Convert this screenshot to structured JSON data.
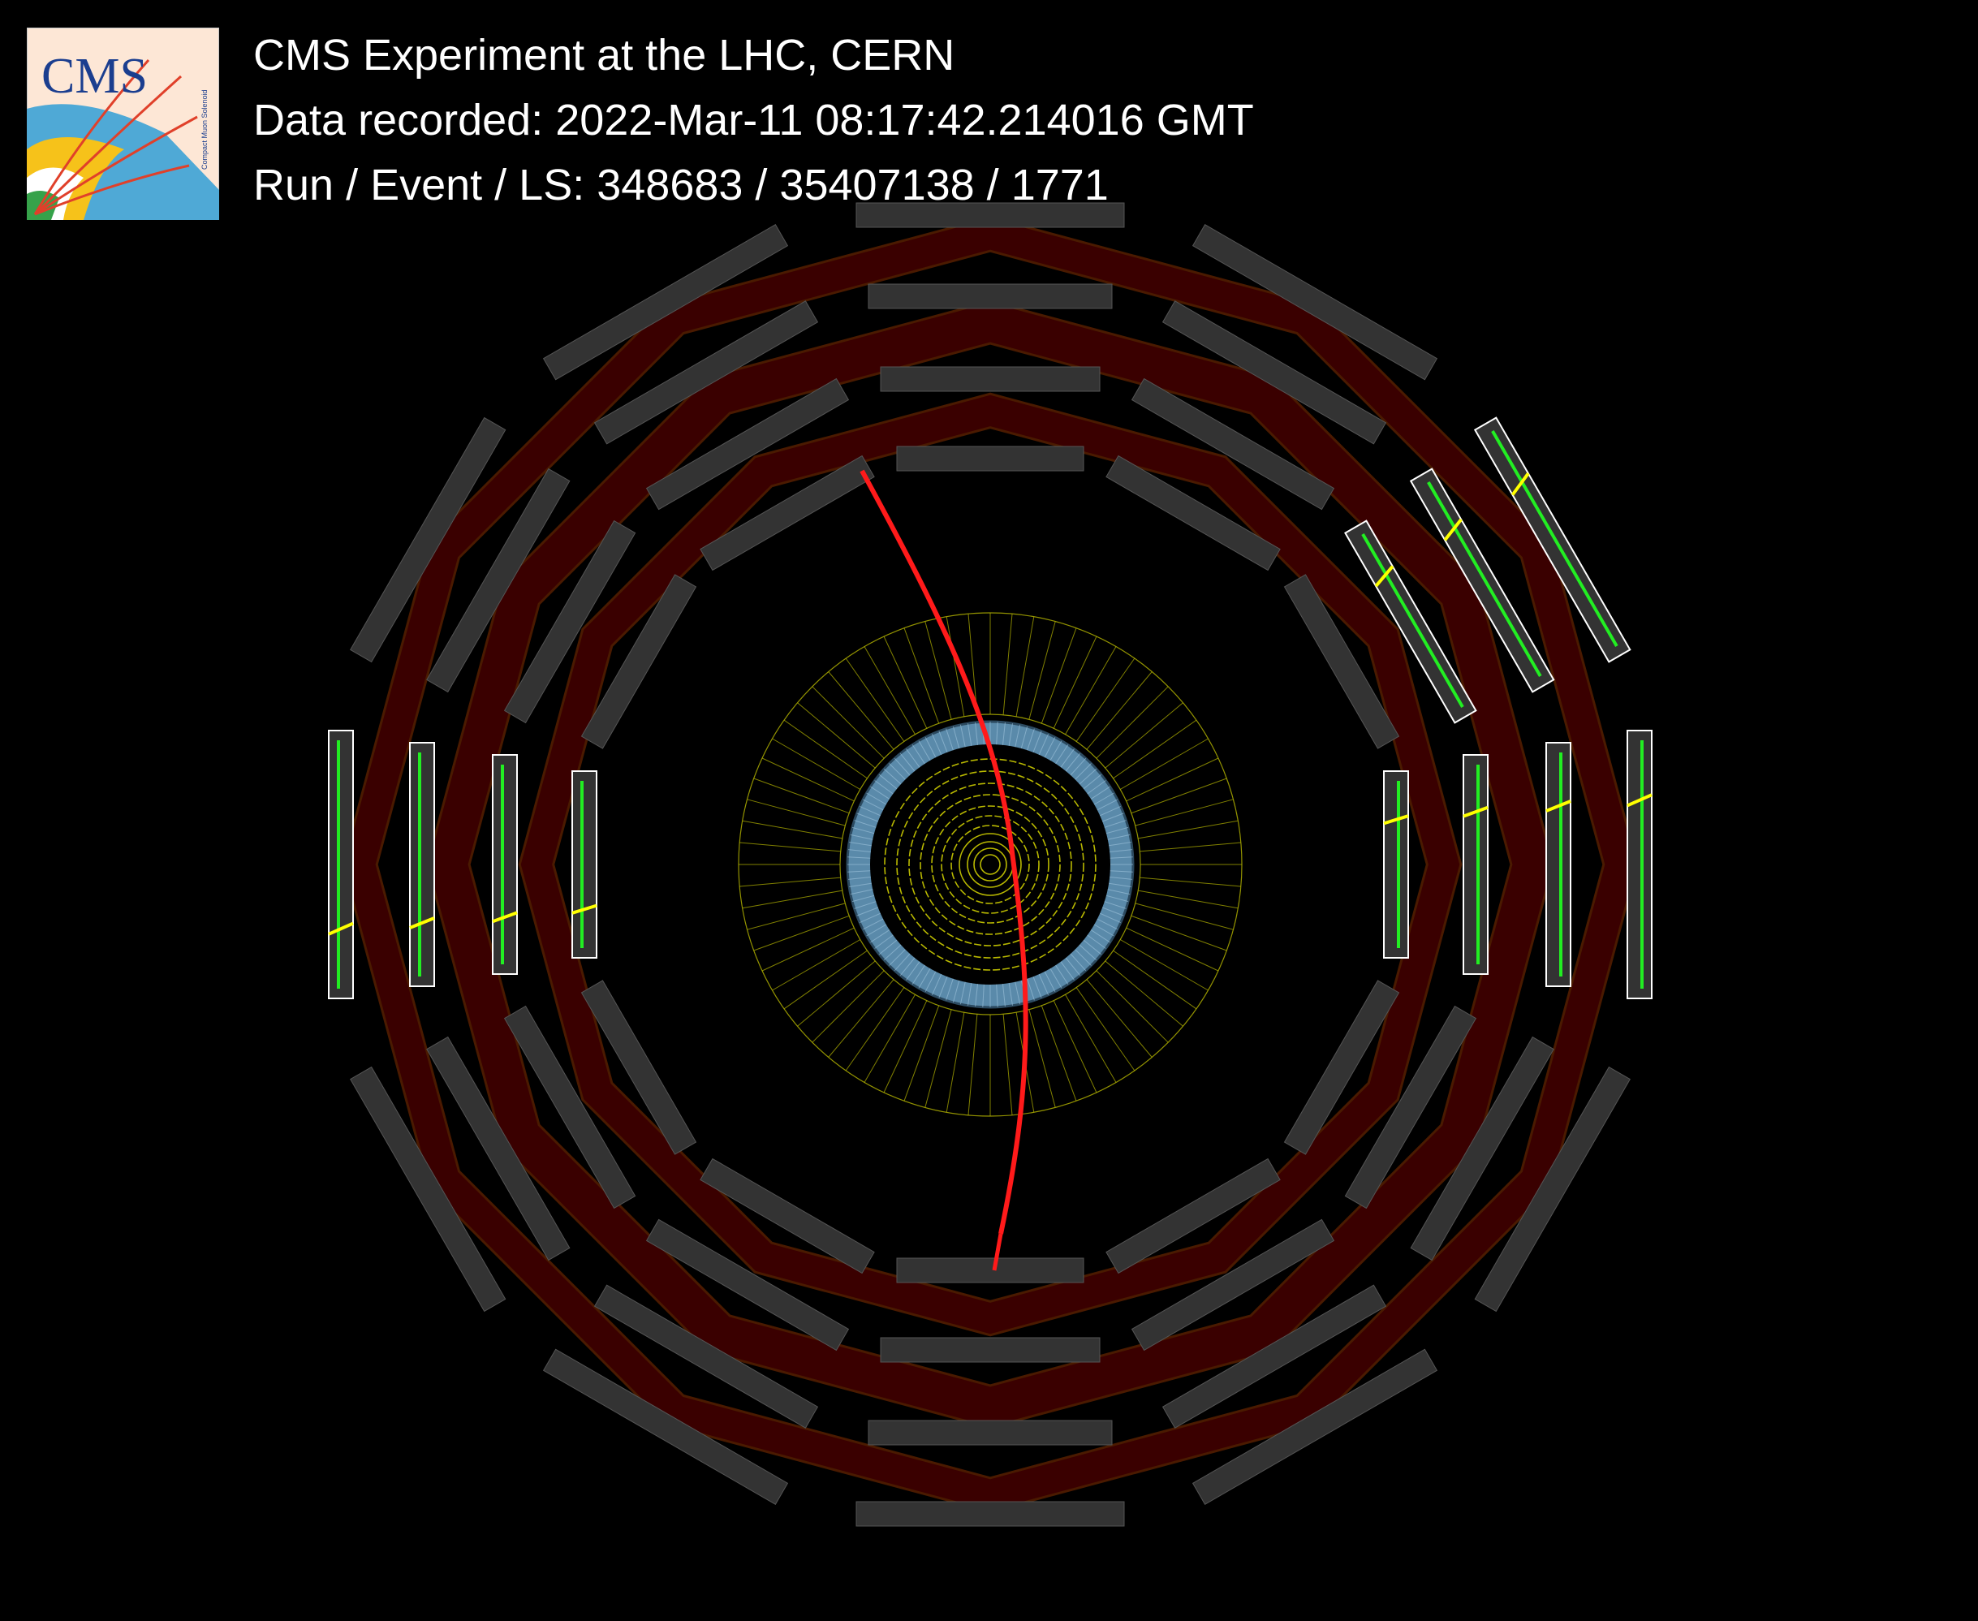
{
  "header": {
    "line1": "CMS Experiment at the LHC, CERN",
    "line2": "Data recorded: 2022-Mar-11 08:17:42.214016 GMT",
    "line3": "Run / Event / LS: 348683 / 35407138 / 1771"
  },
  "logo": {
    "text": "CMS",
    "subtext": "Compact Muon Solenoid",
    "icon": "cms-logo"
  },
  "colors": {
    "background": "#000000",
    "yoke": "#3a0000",
    "chamber": "#333333",
    "chamber_outline": "#ffffff",
    "hit_green": "#22ee22",
    "hit_yellow": "#ffff00",
    "track": "#ff1a1a",
    "calorimeter_lines": "#b8b800",
    "tracker_ring": "#5a8aaa",
    "tracker_lines": "#d8d800"
  }
}
